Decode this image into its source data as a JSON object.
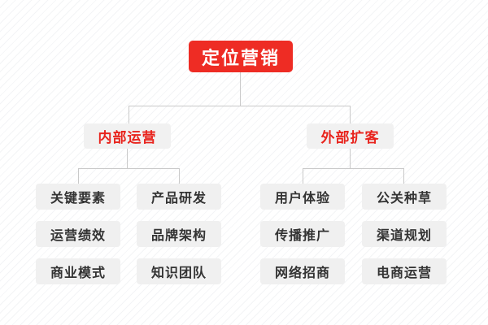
{
  "diagram": {
    "type": "organization-tree",
    "colors": {
      "accent_red": "#ee2c24",
      "level2_text": "#e8231c",
      "leaf_text": "#333333",
      "box_gray": "#f0f0f0",
      "connector": "#c9c9c9",
      "background": "#ffffff"
    },
    "root": {
      "label": "定位营销"
    },
    "branches": [
      {
        "label": "内部运营",
        "leaves": [
          "关键要素",
          "产品研发",
          "运营绩效",
          "品牌架构",
          "商业模式",
          "知识团队"
        ]
      },
      {
        "label": "外部扩客",
        "leaves": [
          "用户体验",
          "公关种草",
          "传播推广",
          "渠道规划",
          "网络招商",
          "电商运营"
        ]
      }
    ]
  }
}
